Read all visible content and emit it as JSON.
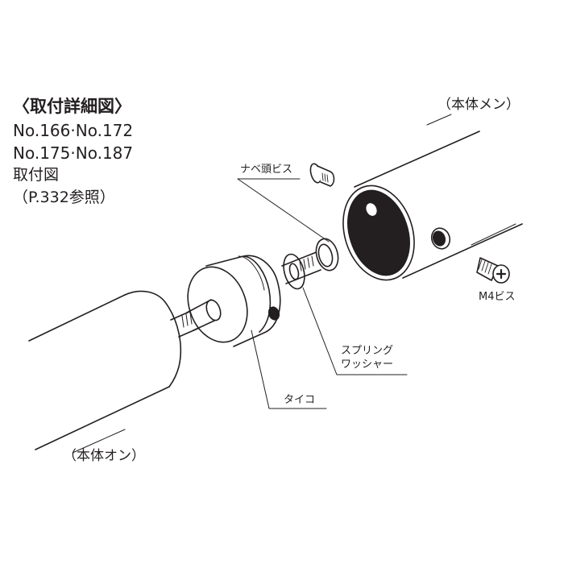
{
  "heading": {
    "title": "〈取付詳細図〉",
    "models_line1": "No.166·No.172",
    "models_line2": "No.175·No.187",
    "figure_label": "取付図",
    "page_ref": "（P.332参照）"
  },
  "parts": {
    "body_female": "（本体メン）",
    "body_male": "（本体オン）",
    "pan_head_screw": "ナベ頭ビス",
    "m4_screw": "M4ビス",
    "spring_washer_line1": "スプリング",
    "spring_washer_line2": "ワッシャー",
    "taiko": "タイコ"
  },
  "colors": {
    "ink": "#231f20",
    "background": "#ffffff"
  }
}
